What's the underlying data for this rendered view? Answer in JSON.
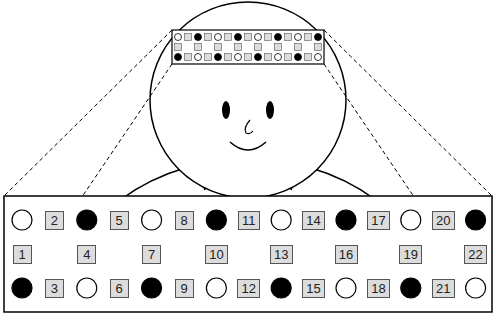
{
  "diagram": {
    "nodes": [
      {
        "text": [
          "2"
        ]
      },
      {
        "text": [
          "5"
        ]
      },
      {
        "text": [
          "8"
        ]
      },
      {
        "text": [
          "11"
        ]
      },
      {
        "text": [
          "14"
        ]
      },
      {
        "text": [
          "17"
        ]
      },
      {
        "text": [
          "20"
        ]
      },
      {
        "text": [
          "1"
        ]
      },
      {
        "text": [
          "4"
        ]
      },
      {
        "text": [
          "7"
        ]
      },
      {
        "text": [
          "10"
        ]
      },
      {
        "text": [
          "13"
        ]
      },
      {
        "text": [
          "16"
        ]
      },
      {
        "text": [
          "19"
        ]
      },
      {
        "text": [
          "22"
        ]
      },
      {
        "text": [
          "3"
        ]
      },
      {
        "text": [
          "6"
        ]
      },
      {
        "text": [
          "9"
        ]
      },
      {
        "text": [
          "12"
        ]
      },
      {
        "text": [
          "15"
        ]
      },
      {
        "text": [
          "18"
        ]
      },
      {
        "text": [
          "21"
        ]
      }
    ]
  }
}
